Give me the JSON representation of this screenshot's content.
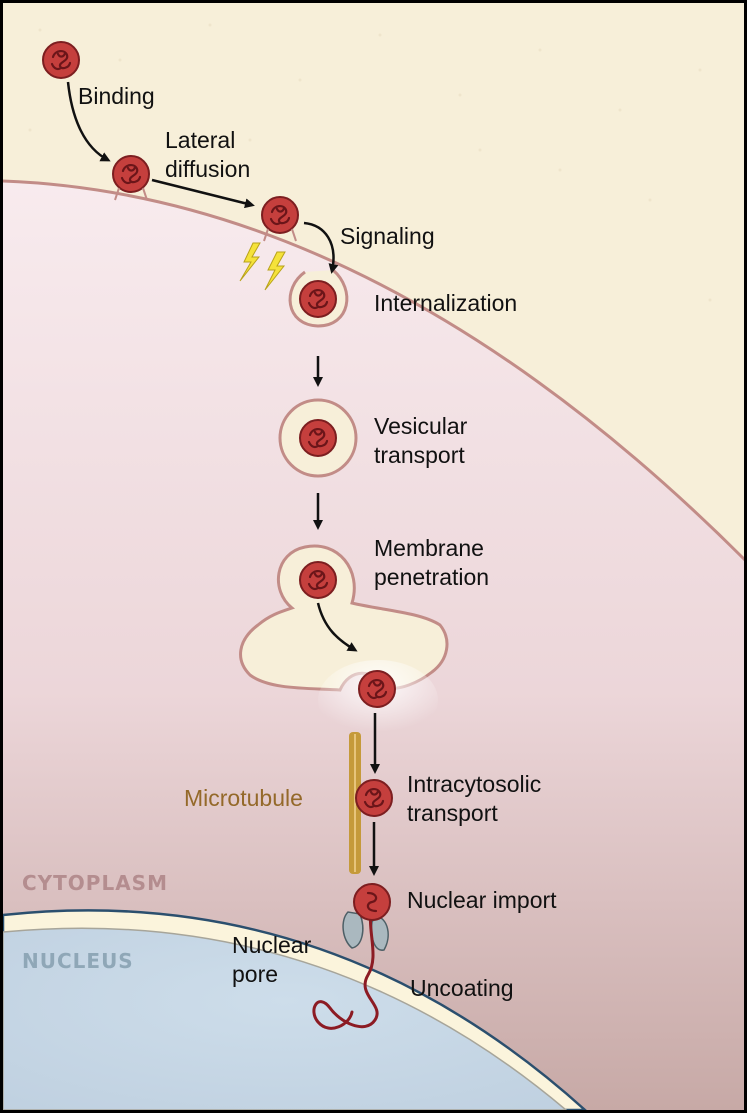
{
  "steps": {
    "binding": "Binding",
    "lateral_diffusion_1": "Lateral",
    "lateral_diffusion_2": "diffusion",
    "signaling": "Signaling",
    "internalization": "Internalization",
    "vesicular_transport_1": "Vesicular",
    "vesicular_transport_2": "transport",
    "membrane_penetration_1": "Membrane",
    "membrane_penetration_2": "penetration",
    "intracytosolic_transport_1": "Intracytosolic",
    "intracytosolic_transport_2": "transport",
    "nuclear_import": "Nuclear import",
    "uncoating": "Uncoating"
  },
  "structures": {
    "microtubule": "Microtubule",
    "nuclear_pore_1": "Nuclear",
    "nuclear_pore_2": "pore"
  },
  "regions": {
    "cytoplasm": "CYTOPLASM",
    "nucleus": "NUCLEUS"
  },
  "colors": {
    "extracellular": "#f7efd9",
    "cytoplasm_top": "#f7e7ea",
    "cytoplasm_bottom": "#c8aaa8",
    "membrane": "#c28c87",
    "nucleus": "#c5d5e4",
    "nuclear_envelope": "#fbf4dc",
    "virus": "#c53f3d",
    "genome": "#8c1b23",
    "microtubule": "#c59a3a",
    "pore": "#aab8bf",
    "signal": "#f5e23a"
  }
}
